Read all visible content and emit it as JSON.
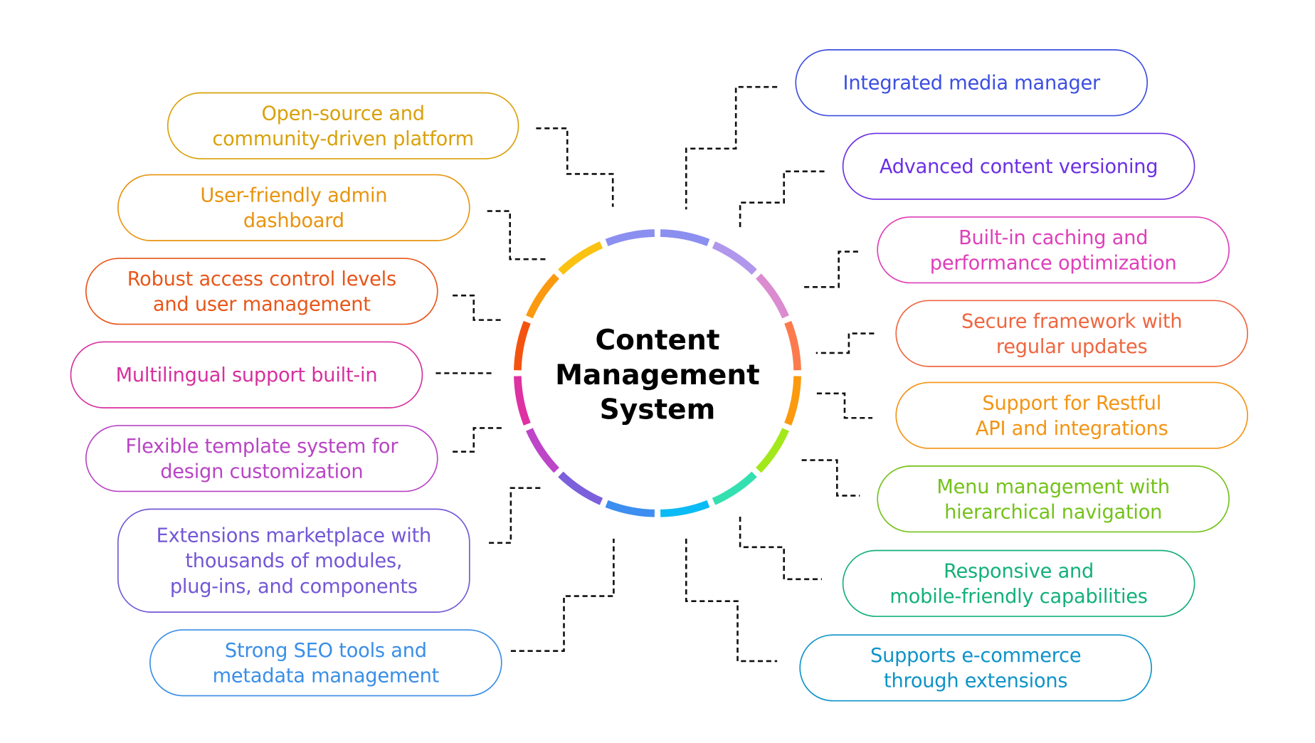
{
  "title": {
    "lines": [
      "Content",
      "Management",
      "System"
    ]
  },
  "ring": {
    "segment_colors": [
      "#8B8FF0",
      "#B197EC",
      "#DB8BD0",
      "#FB7B4E",
      "#FB9A0E",
      "#A3E81A",
      "#34E0B0",
      "#0BBBF5",
      "#3C8EF0",
      "#7B5FDB",
      "#BC45C8",
      "#DE32A3",
      "#F4530F",
      "#FB9A10",
      "#FBC212",
      "#8B8FF0"
    ]
  },
  "features": {
    "left": [
      {
        "id": "open-source",
        "lines": [
          "Open-source and",
          "community-driven platform"
        ],
        "color": "#D9A10A"
      },
      {
        "id": "admin-dashboard",
        "lines": [
          "User-friendly admin",
          "dashboard"
        ],
        "color": "#E8940F"
      },
      {
        "id": "access-control",
        "lines": [
          "Robust access control levels",
          "and user management"
        ],
        "color": "#E8561A"
      },
      {
        "id": "multilingual",
        "lines": [
          "Multilingual support built-in"
        ],
        "color": "#D7309E"
      },
      {
        "id": "template-system",
        "lines": [
          "Flexible template system for",
          "design customization"
        ],
        "color": "#B845C4"
      },
      {
        "id": "extensions-marketplace",
        "lines": [
          "Extensions marketplace with",
          "thousands of modules,",
          "plug-ins, and components"
        ],
        "color": "#7357D6"
      },
      {
        "id": "seo-tools",
        "lines": [
          "Strong SEO tools and",
          "metadata management"
        ],
        "color": "#3A8EE6"
      }
    ],
    "right": [
      {
        "id": "media-manager",
        "lines": [
          "Integrated media manager"
        ],
        "color": "#3D4FE0"
      },
      {
        "id": "content-versioning",
        "lines": [
          "Advanced content versioning"
        ],
        "color": "#6B2FE6"
      },
      {
        "id": "caching",
        "lines": [
          "Built-in caching and",
          "performance optimization"
        ],
        "color": "#DE3FB8"
      },
      {
        "id": "secure-framework",
        "lines": [
          "Secure framework with",
          "regular updates"
        ],
        "color": "#EE6640"
      },
      {
        "id": "restful-api",
        "lines": [
          "Support for Restful",
          "API and integrations"
        ],
        "color": "#F39414"
      },
      {
        "id": "menu-management",
        "lines": [
          "Menu management with",
          "hierarchical navigation"
        ],
        "color": "#74C21A"
      },
      {
        "id": "responsive",
        "lines": [
          "Responsive and",
          "mobile-friendly capabilities"
        ],
        "color": "#14B07A"
      },
      {
        "id": "ecommerce",
        "lines": [
          "Supports e-commerce",
          "through extensions"
        ],
        "color": "#0E93C8"
      }
    ]
  }
}
